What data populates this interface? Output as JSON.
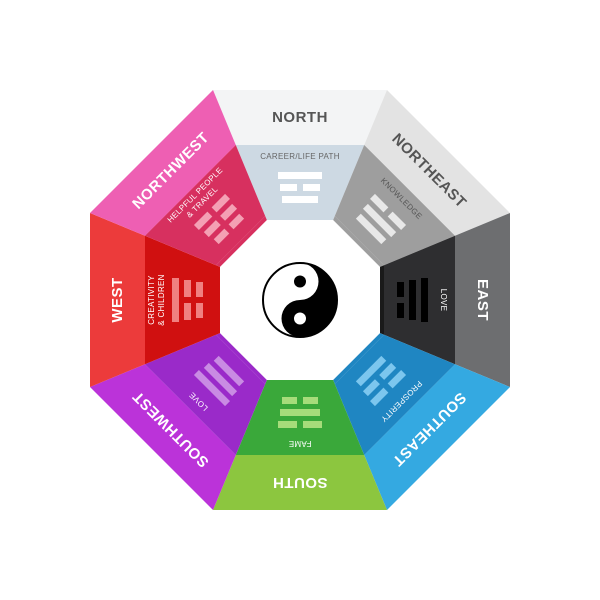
{
  "diagram": {
    "center_symbol": "yin-yang-icon",
    "sectors": [
      {
        "id": "north",
        "direction": "NORTH",
        "area": [
          "CAREER/LIFE PATH"
        ],
        "outer": "#f3f4f5",
        "inner": "#cdd9e3",
        "trigram_color": "#ffffff",
        "outer_text": "#555555",
        "inner_text": "#666666",
        "trigram": [
          0,
          1,
          0
        ]
      },
      {
        "id": "northeast",
        "direction": "NORTHEAST",
        "area": [
          "KNOWLEDGE"
        ],
        "outer": "#e3e3e3",
        "inner": "#9e9e9e",
        "trigram_color": "#e8e8e8",
        "outer_text": "#555555",
        "inner_text": "#555555",
        "trigram": [
          1,
          0,
          0
        ]
      },
      {
        "id": "east",
        "direction": "EAST",
        "area": [
          "LOVE"
        ],
        "outer": "#6d6e70",
        "inner": "#2e2e30",
        "trigram_color": "#000000",
        "outer_text": "#ffffff",
        "inner_text": "#ffffff",
        "trigram": [
          0,
          0,
          1
        ]
      },
      {
        "id": "southeast",
        "direction": "SOUTHEAST",
        "area": [
          "PROSPERITY"
        ],
        "outer": "#34a9e1",
        "inner": "#1f86c2",
        "trigram_color": "#7cc6ee",
        "outer_text": "#ffffff",
        "inner_text": "#ffffff",
        "trigram": [
          1,
          1,
          0
        ]
      },
      {
        "id": "south",
        "direction": "SOUTH",
        "area": [
          "FAME"
        ],
        "outer": "#8cc63f",
        "inner": "#3aa83a",
        "trigram_color": "#a6dc7a",
        "outer_text": "#ffffff",
        "inner_text": "#ffffff",
        "trigram": [
          1,
          0,
          1
        ]
      },
      {
        "id": "southwest",
        "direction": "SOUTHWEST",
        "area": [
          "LOVE"
        ],
        "outer": "#bb33d9",
        "inner": "#9a2ac9",
        "trigram_color": "#c98be3",
        "outer_text": "#ffffff",
        "inner_text": "#ffffff",
        "trigram": [
          0,
          0,
          0
        ]
      },
      {
        "id": "west",
        "direction": "WEST",
        "area": [
          "CREATIVITY",
          "& CHILDREN"
        ],
        "outer": "#ec3b3b",
        "inner": "#d01010",
        "trigram_color": "#f08080",
        "outer_text": "#ffffff",
        "inner_text": "#ffffff",
        "trigram": [
          0,
          1,
          1
        ]
      },
      {
        "id": "northwest",
        "direction": "NORTHWEST",
        "area": [
          "HELPFUL PEOPLE",
          "& TRAVEL"
        ],
        "outer": "#ee5fb3",
        "inner": "#d7305f",
        "trigram_color": "#f4a0b4",
        "outer_text": "#ffffff",
        "inner_text": "#ffffff",
        "trigram": [
          1,
          1,
          1
        ]
      }
    ]
  }
}
